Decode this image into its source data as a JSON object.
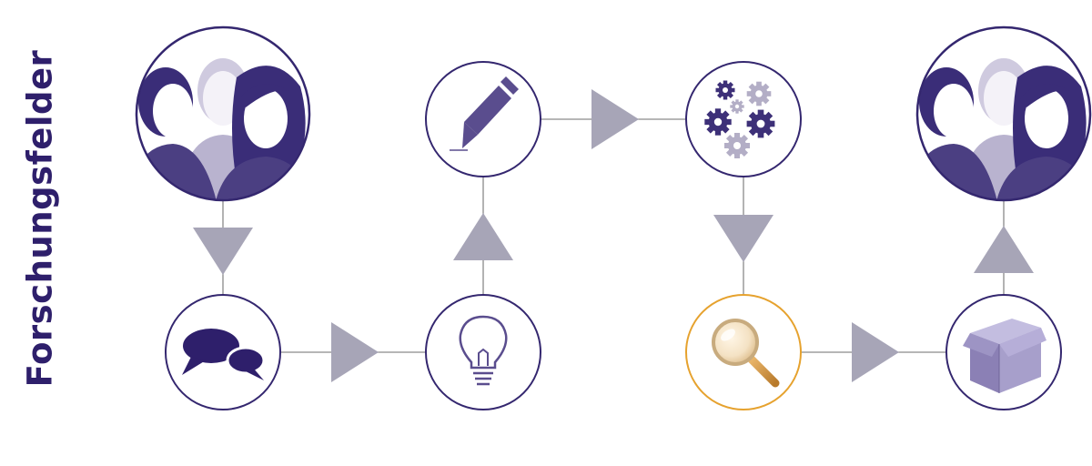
{
  "title": "Forschungsfelder",
  "colors": {
    "primary": "#2e1f6b",
    "node_stroke": "#34276f",
    "arrow": "#a7a5b7",
    "connector": "#8a8a8a",
    "highlight": "#e6a22e",
    "people_light": "#b9b3cf",
    "people_dark": "#4b3f82"
  },
  "nodes": [
    {
      "id": "people-start",
      "icon": "people-group-icon"
    },
    {
      "id": "discussion",
      "icon": "speech-bubbles-icon"
    },
    {
      "id": "idea",
      "icon": "lightbulb-icon"
    },
    {
      "id": "design",
      "icon": "pencil-icon"
    },
    {
      "id": "process",
      "icon": "gears-icon"
    },
    {
      "id": "analysis",
      "icon": "magnifier-icon"
    },
    {
      "id": "product",
      "icon": "box-icon"
    },
    {
      "id": "people-end",
      "icon": "people-group-icon"
    }
  ]
}
